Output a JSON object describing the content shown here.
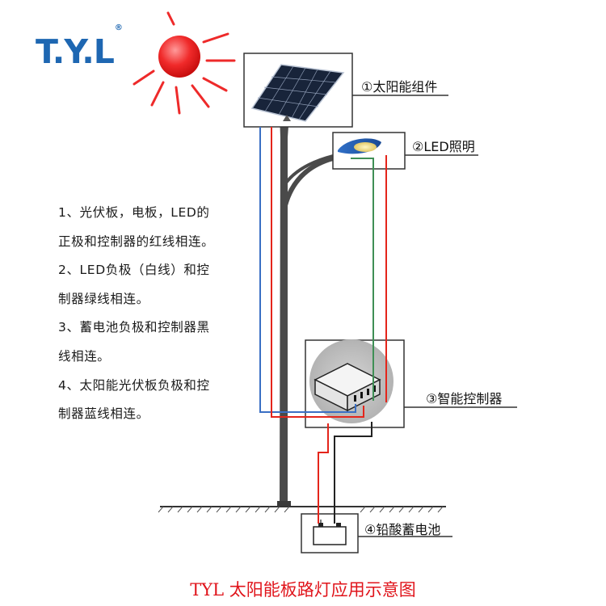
{
  "logo": {
    "text": "T.Y.L",
    "mark": "®"
  },
  "labels": {
    "panel": "①太阳能组件",
    "led": "②LED照明",
    "controller": "③智能控制器",
    "battery": "④铅酸蓄电池"
  },
  "notes": [
    "1、光伏板，电板，LED的",
    "正极和控制器的红线相连。",
    "2、LED负极（白线）和控",
    "制器绿线相连。",
    "3、蓄电池负极和控制器黑",
    "线相连。",
    "4、太阳能光伏板负极和控",
    "制器蓝线相连。"
  ],
  "caption": "TYL 太阳能板路灯应用示意图",
  "colors": {
    "brand": "#1e67b2",
    "red_wire": "#e4251b",
    "blue_wire": "#3a6fc4",
    "green_wire": "#3f8f55",
    "black_wire": "#222222",
    "caption": "#e0141b"
  }
}
